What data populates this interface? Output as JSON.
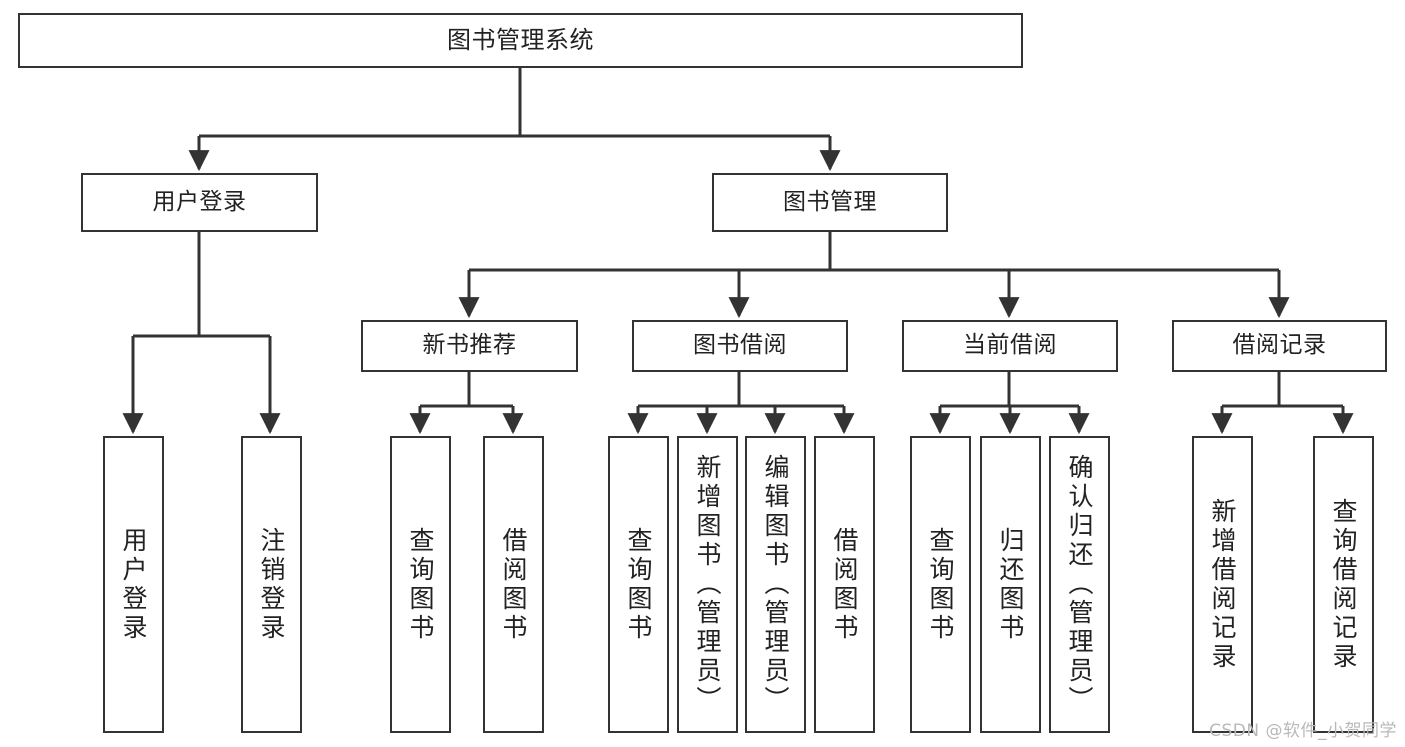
{
  "diagram": {
    "type": "tree",
    "title": "图书管理系统",
    "orientation": "top-down",
    "colors": {
      "background": "#ffffff",
      "node_fill": "#ffffff",
      "node_border": "#333333",
      "edge": "#333333",
      "text": "#222222",
      "watermark": "#b9b9b9"
    }
  },
  "nodes": {
    "root": {
      "label": "图书管理系统"
    },
    "level2": [
      {
        "label": "用户登录"
      },
      {
        "label": "图书管理"
      }
    ],
    "level3": [
      {
        "label": "新书推荐"
      },
      {
        "label": "图书借阅"
      },
      {
        "label": "当前借阅"
      },
      {
        "label": "借阅记录"
      }
    ],
    "leaves_user_login": [
      {
        "label": "用户登录"
      },
      {
        "label": "注销登录"
      }
    ],
    "leaves_new_book": [
      {
        "label": "查询图书"
      },
      {
        "label": "借阅图书"
      }
    ],
    "leaves_borrow": [
      {
        "label": "查询图书"
      },
      {
        "label": "新增图书（管理员）"
      },
      {
        "label": "编辑图书（管理员）"
      },
      {
        "label": "借阅图书"
      }
    ],
    "leaves_current": [
      {
        "label": "查询图书"
      },
      {
        "label": "归还图书"
      },
      {
        "label": "确认归还（管理员）"
      }
    ],
    "leaves_records": [
      {
        "label": "新增借阅记录"
      },
      {
        "label": "查询借阅记录"
      }
    ]
  },
  "watermark": {
    "text": "CSDN @软件_小贺同学"
  }
}
